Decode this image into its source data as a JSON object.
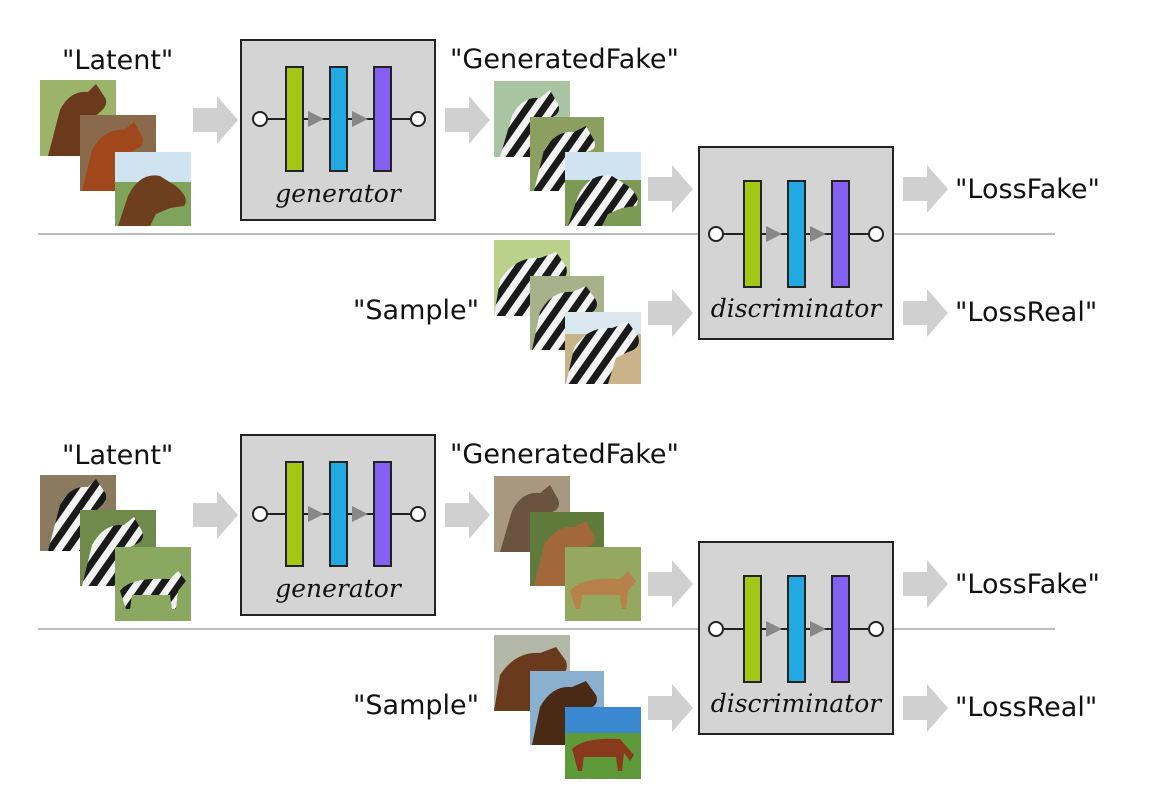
{
  "panels": [
    {
      "latent_label": "\"Latent\"",
      "generated_label": "\"GeneratedFake\"",
      "sample_label": "\"Sample\"",
      "loss_fake_label": "\"LossFake\"",
      "loss_real_label": "\"LossReal\"",
      "generator_label": "generator",
      "discriminator_label": "discriminator",
      "latent_images": [
        "horse",
        "horse",
        "horse"
      ],
      "generated_images": [
        "zebra",
        "zebra",
        "zebra"
      ],
      "sample_images": [
        "zebra",
        "zebra",
        "zebra"
      ]
    },
    {
      "latent_label": "\"Latent\"",
      "generated_label": "\"GeneratedFake\"",
      "sample_label": "\"Sample\"",
      "loss_fake_label": "\"LossFake\"",
      "loss_real_label": "\"LossReal\"",
      "generator_label": "generator",
      "discriminator_label": "discriminator",
      "latent_images": [
        "zebra",
        "zebra",
        "zebra"
      ],
      "generated_images": [
        "horse",
        "horse",
        "horse"
      ],
      "sample_images": [
        "horse",
        "horse",
        "horse"
      ]
    }
  ],
  "colors": {
    "layer1": "#a4c615",
    "layer2": "#23a9e1",
    "layer3": "#8360f2",
    "box_fill": "#d4d4d4",
    "arrow": "#d0d0d0"
  }
}
